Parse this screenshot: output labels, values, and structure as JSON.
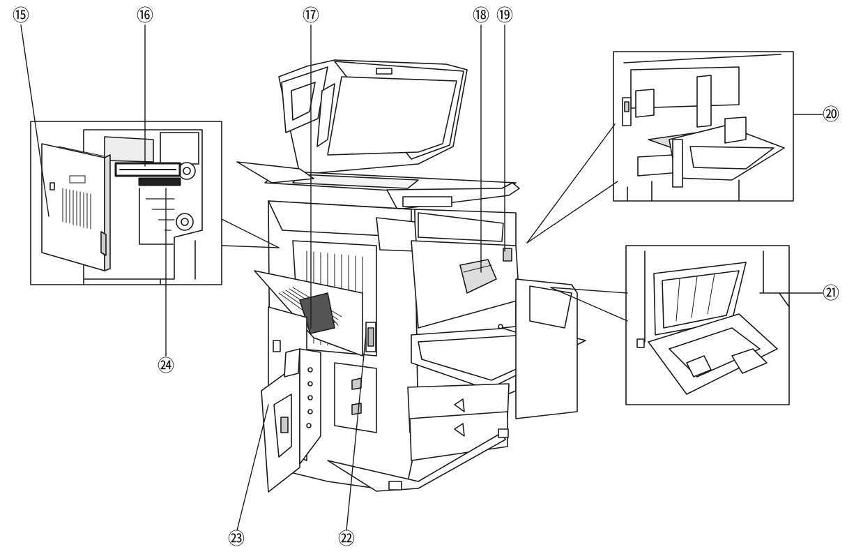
{
  "callouts": [
    {
      "id": "c15",
      "number": "15",
      "glyph": "⑮"
    },
    {
      "id": "c16",
      "number": "16",
      "glyph": "⑯"
    },
    {
      "id": "c17",
      "number": "17",
      "glyph": "⑰"
    },
    {
      "id": "c18",
      "number": "18",
      "glyph": "⑱"
    },
    {
      "id": "c19",
      "number": "19",
      "glyph": "⑲"
    },
    {
      "id": "c20",
      "number": "20",
      "glyph": "⑳"
    },
    {
      "id": "c21",
      "number": "21",
      "glyph": "㉑"
    },
    {
      "id": "c22",
      "number": "22",
      "glyph": "㉒"
    },
    {
      "id": "c23",
      "number": "23",
      "glyph": "㉓"
    },
    {
      "id": "c24",
      "number": "24",
      "glyph": "㉔"
    }
  ],
  "colors": {
    "line": "#1a1a1a",
    "fill": "#ffffff",
    "shade": "#d9d9d9",
    "dark": "#555555"
  }
}
